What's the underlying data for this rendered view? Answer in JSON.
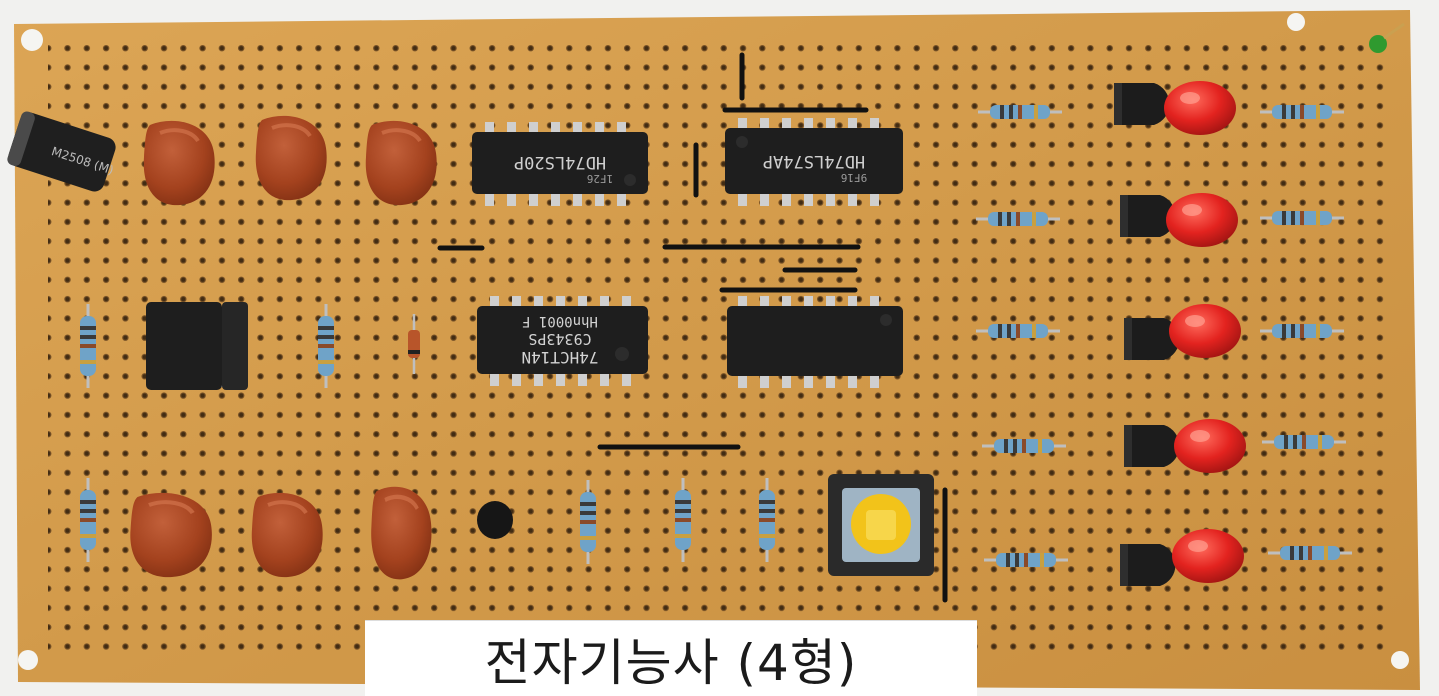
{
  "caption": "전자기능사 (4형)",
  "chip_markings": {
    "chip1_line1": "HD74LS20P",
    "chip1_line2": "1F26",
    "chip2_line1": "HD74LS74AP",
    "chip2_line2": "9F16",
    "chip3_line1": "74HCT14N",
    "chip3_line2": "C9343PS",
    "chip3_line3": "Hhn0001 F",
    "electrolytic_capacitor": "M2508 (M)"
  },
  "colors": {
    "board": "#d29a4a",
    "background": "#f1f1ef",
    "ic_body": "#1e1e1e",
    "led_red": "#e3231f",
    "ceramic_capacitor": "#a4421e",
    "resistor_body": "#6fa3c8",
    "switch_button": "#f2c31a",
    "wire": "#111111",
    "label_bg": "#ffffff"
  },
  "components": {
    "ic_dip8_count": 1,
    "ic_dip14_count": 4,
    "red_led_count": 5,
    "transistor_count": 5,
    "ceramic_capacitor_count": 6,
    "electrolytic_capacitor_count": 1,
    "diode_count": 1,
    "push_switch_count": 1
  }
}
